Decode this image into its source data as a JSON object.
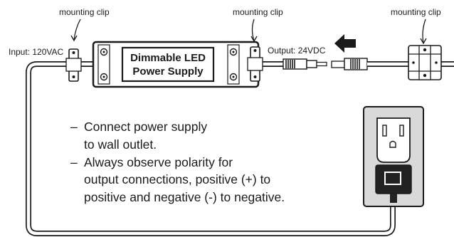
{
  "labels": {
    "mounting_clip_left": "mounting clip",
    "mounting_clip_mid": "mounting clip",
    "mounting_clip_right": "mounting clip",
    "input": "Input: 120VAC",
    "output": "Output: 24VDC",
    "psu_line1": "Dimmable LED",
    "psu_line2": "Power Supply"
  },
  "notes": [
    {
      "dash": "–",
      "lines": [
        "Connect power supply",
        "to wall outlet."
      ]
    },
    {
      "dash": "–",
      "lines": [
        "Always observe polarity for",
        "output connections, positive (+) to",
        "positive and negative (-) to negative."
      ]
    }
  ],
  "colors": {
    "ink": "#1a1a1a",
    "fill_dark": "#222222",
    "fill_light": "#ffffff",
    "outlet_gray": "#d9d9d9"
  },
  "icons": {
    "arrow": "arrow-left-icon",
    "outlet": "wall-outlet-icon",
    "plug": "plug-icon"
  }
}
